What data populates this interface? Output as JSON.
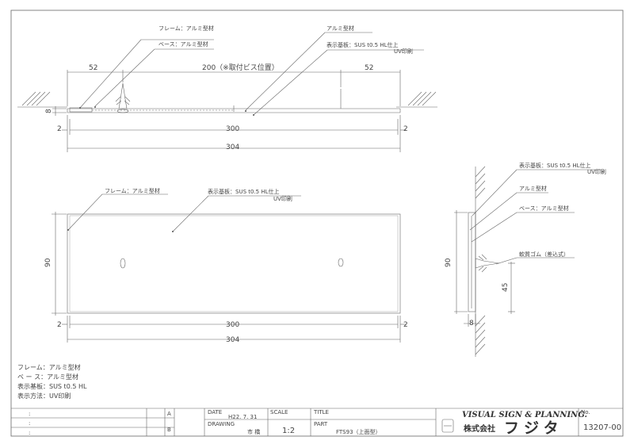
{
  "labels": {
    "frame_alu": "フレーム：アルミ型材",
    "base_alu": "ベース：アルミ型材",
    "alu": "アルミ型材",
    "plate_sus": "表示基板：SUS t0.5 HL仕上",
    "uv_print": "UV印刷",
    "rubber": "軟質ゴム（差込式）"
  },
  "dims": {
    "d52": "52",
    "d200": "200（※取付ビス位置）",
    "d300": "300",
    "d304": "304",
    "d2": "2",
    "d8": "8",
    "d90": "90",
    "d45": "45"
  },
  "notes": [
    "フレーム：アルミ型材",
    "ベ ー ス：アルミ型材",
    "表示基板：SUS t0.5 HL",
    "表示方法：UV印刷"
  ],
  "title_block": {
    "rev_marks": [
      ":",
      ":",
      ":"
    ],
    "rev_letters": [
      "A",
      "B"
    ],
    "date_label": "DATE",
    "date_value": "H22. 7. 31",
    "scale_label": "SCALE",
    "scale_value": "1:2",
    "drawing_label": "DRAWING",
    "drawing_value": "市 橋",
    "title_label": "TITLE",
    "part_label": "PART",
    "part_value": "FTS93（上面型）",
    "company_en": "VISUAL SIGN & PLANNING.",
    "company_jp_prefix": "株式会社",
    "company_jp_name": "フジタ",
    "no_label": "No.",
    "no_value": "13207-00"
  },
  "colors": {
    "line": "#555555",
    "text": "#444444"
  }
}
